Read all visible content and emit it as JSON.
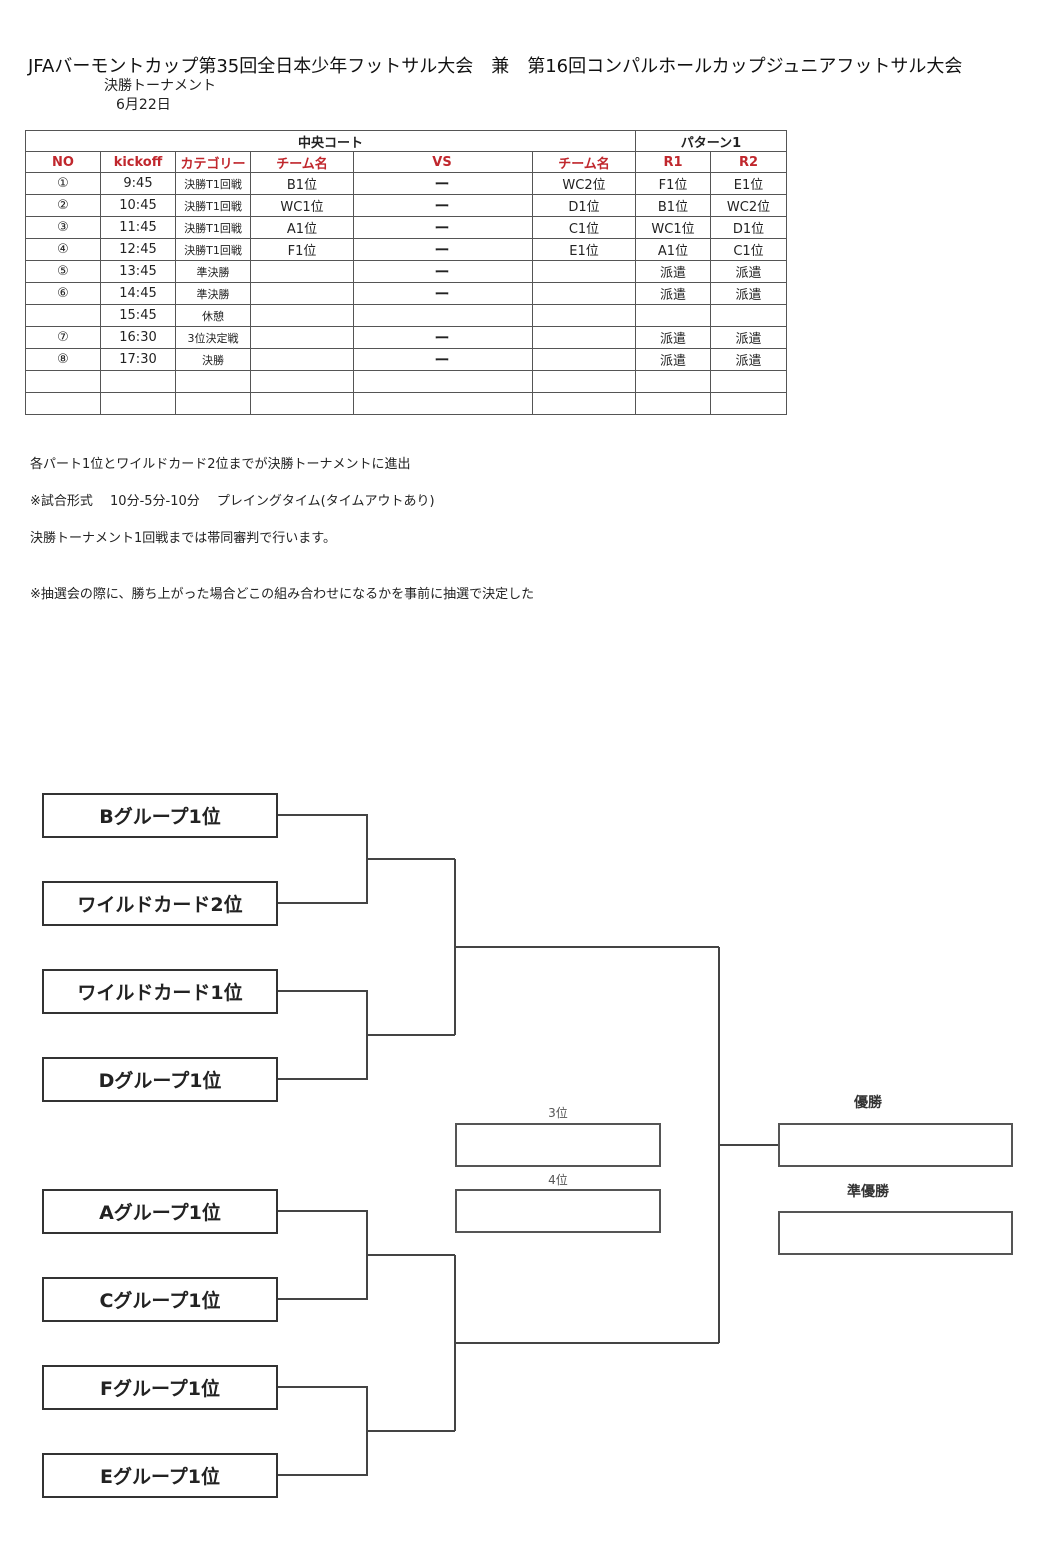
{
  "header": {
    "title": "JFAバーモントカップ第35回全日本少年フットサル大会　兼　第16回コンパルホールカップジュニアフットサル大会",
    "subtitle": "決勝トーナメント",
    "date": "6月22日"
  },
  "schedule": {
    "court_header": "中央コート",
    "pattern_header": "パターン1",
    "columns": {
      "no": "NO",
      "kickoff": "kickoff",
      "category": "カテゴリー",
      "team1": "チーム名",
      "vs": "VS",
      "team2": "チーム名",
      "r1": "R1",
      "r2": "R2"
    },
    "rows": [
      {
        "no": "①",
        "kickoff": "9:45",
        "category": "決勝T1回戦",
        "team1": "B1位",
        "vs": "ー",
        "team2": "WC2位",
        "r1": "F1位",
        "r2": "E1位"
      },
      {
        "no": "②",
        "kickoff": "10:45",
        "category": "決勝T1回戦",
        "team1": "WC1位",
        "vs": "ー",
        "team2": "D1位",
        "r1": "B1位",
        "r2": "WC2位"
      },
      {
        "no": "③",
        "kickoff": "11:45",
        "category": "決勝T1回戦",
        "team1": "A1位",
        "vs": "ー",
        "team2": "C1位",
        "r1": "WC1位",
        "r2": "D1位"
      },
      {
        "no": "④",
        "kickoff": "12:45",
        "category": "決勝T1回戦",
        "team1": "F1位",
        "vs": "ー",
        "team2": "E1位",
        "r1": "A1位",
        "r2": "C1位"
      },
      {
        "no": "⑤",
        "kickoff": "13:45",
        "category": "準決勝",
        "team1": "",
        "vs": "ー",
        "team2": "",
        "r1": "派遣",
        "r2": "派遣"
      },
      {
        "no": "⑥",
        "kickoff": "14:45",
        "category": "準決勝",
        "team1": "",
        "vs": "ー",
        "team2": "",
        "r1": "派遣",
        "r2": "派遣"
      },
      {
        "no": "",
        "kickoff": "15:45",
        "category": "休憩",
        "team1": "",
        "vs": "",
        "team2": "",
        "r1": "",
        "r2": ""
      },
      {
        "no": "⑦",
        "kickoff": "16:30",
        "category": "3位決定戦",
        "team1": "",
        "vs": "ー",
        "team2": "",
        "r1": "派遣",
        "r2": "派遣"
      },
      {
        "no": "⑧",
        "kickoff": "17:30",
        "category": "決勝",
        "team1": "",
        "vs": "ー",
        "team2": "",
        "r1": "派遣",
        "r2": "派遣"
      },
      {
        "no": "",
        "kickoff": "",
        "category": "",
        "team1": "",
        "vs": "",
        "team2": "",
        "r1": "",
        "r2": ""
      },
      {
        "no": "",
        "kickoff": "",
        "category": "",
        "team1": "",
        "vs": "",
        "team2": "",
        "r1": "",
        "r2": ""
      }
    ]
  },
  "notes": [
    "各パート1位とワイルドカード2位までが決勝トーナメントに進出",
    "※試合形式　 10分-5分-10分　 プレイングタイム(タイムアウトあり)",
    "決勝トーナメント1回戦までは帯同審判で行います。",
    "※抽選会の際に、勝ち上がった場合どこの組み合わせになるかを事前に抽選で決定した"
  ],
  "bracket": {
    "teams": [
      "Bグループ1位",
      "ワイルドカード2位",
      "ワイルドカード1位",
      "Dグループ1位",
      "Aグループ1位",
      "Cグループ1位",
      "Fグループ1位",
      "Eグループ1位"
    ],
    "third_label": "3位",
    "fourth_label": "4位",
    "winner_label": "優勝",
    "runner_up_label": "準優勝"
  }
}
